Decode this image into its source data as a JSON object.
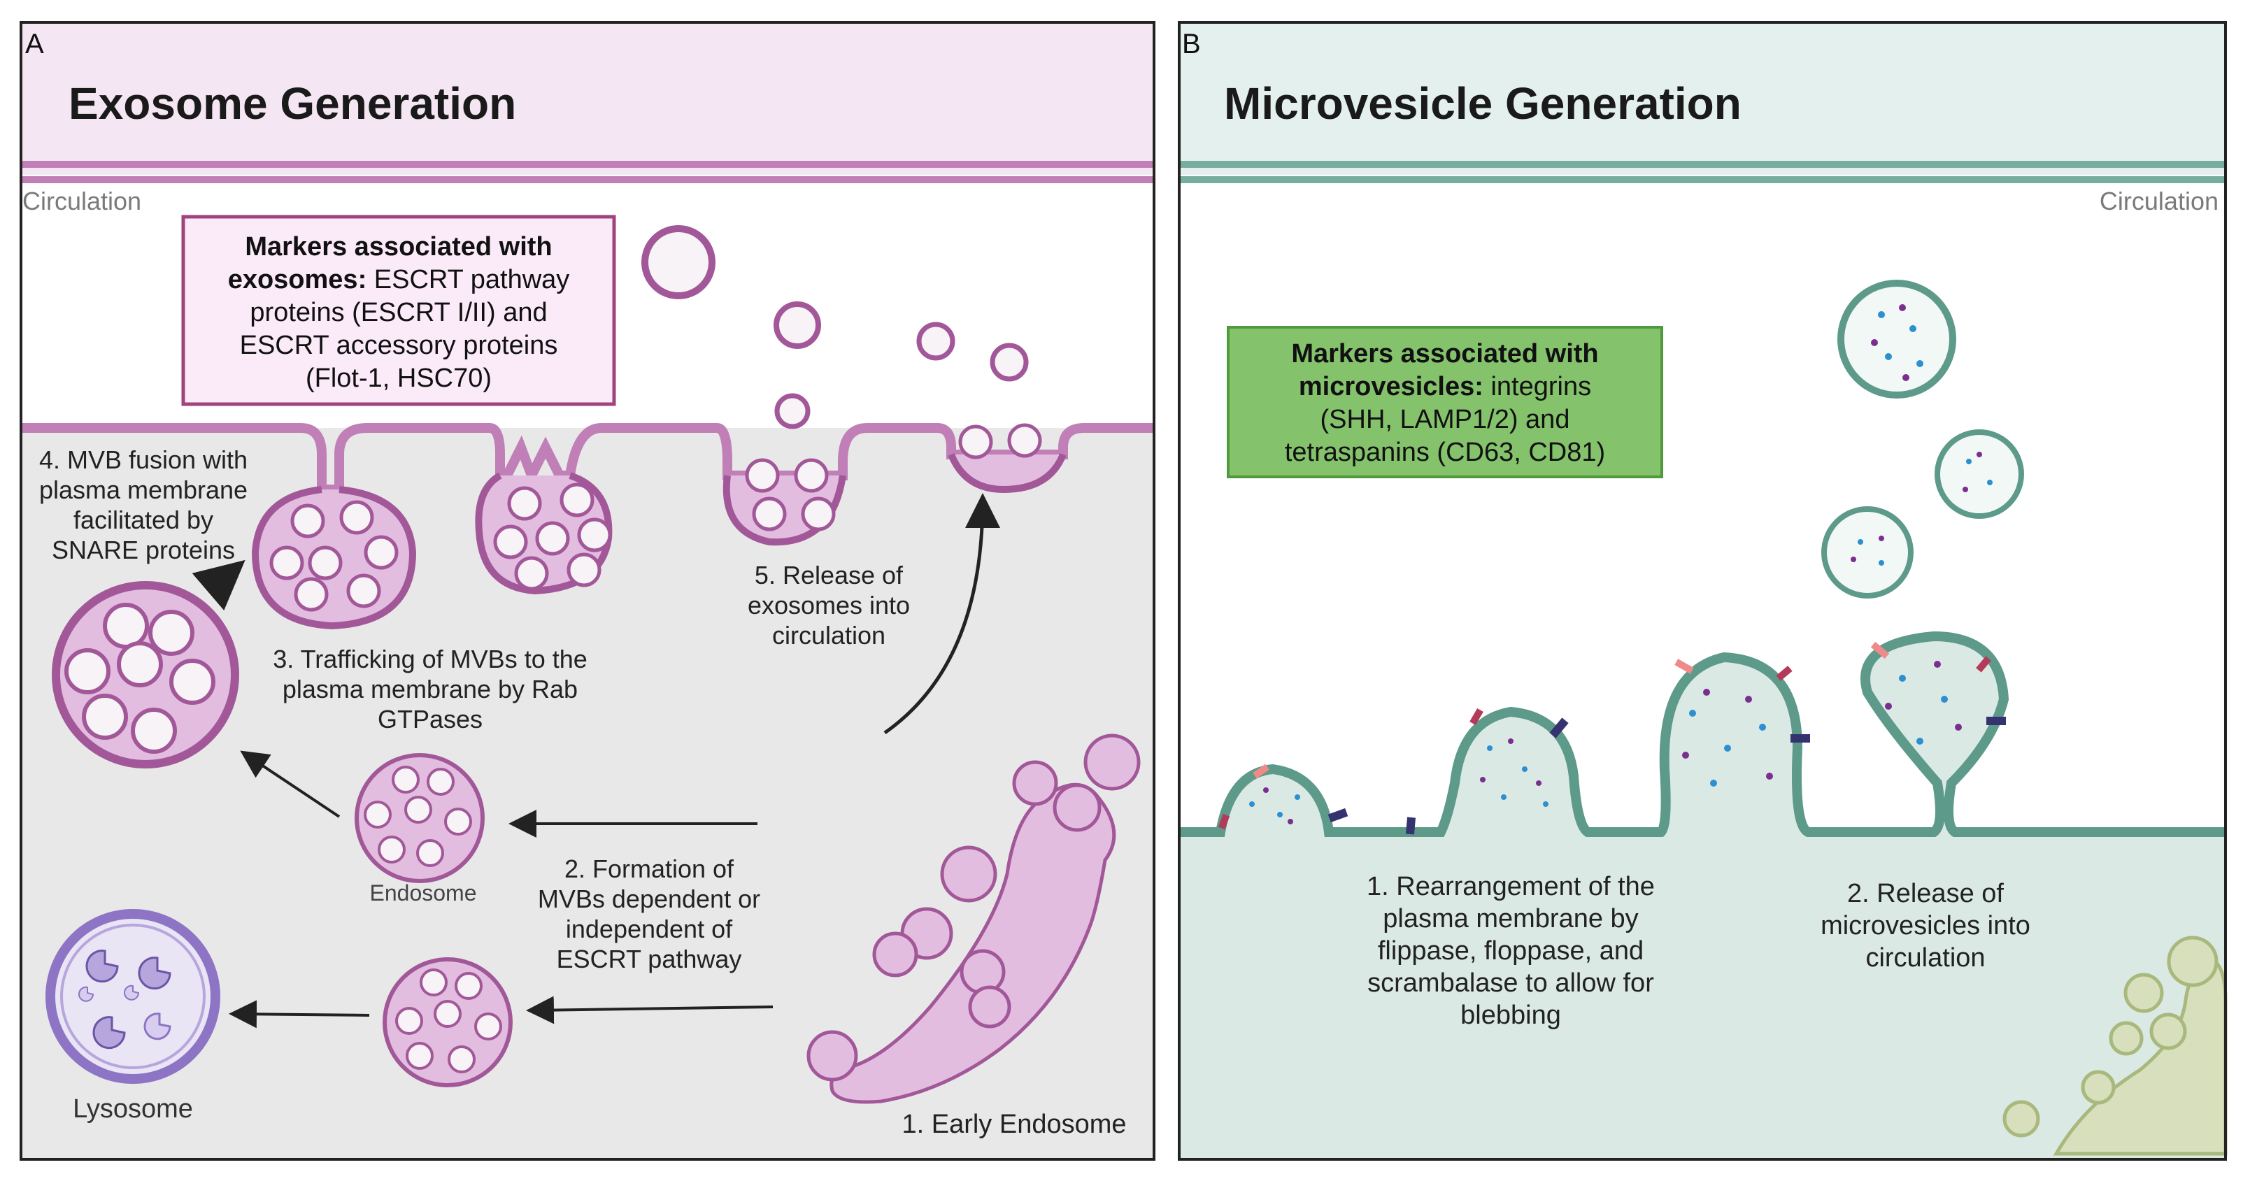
{
  "panel_a": {
    "letter": "A",
    "title": "Exosome Generation",
    "circulation_label": "Circulation",
    "markers_box": {
      "lines": [
        {
          "bold": "Markers associated with",
          "rest": ""
        },
        {
          "bold": "exosomes:",
          "rest": " ESCRT pathway"
        },
        {
          "bold": "",
          "rest": "proteins (ESCRT I/II) and"
        },
        {
          "bold": "",
          "rest": "ESCRT accessory proteins"
        },
        {
          "bold": "",
          "rest": "(Flot-1, HSC70)"
        }
      ]
    },
    "step4": [
      "4. MVB fusion with",
      "plasma membrane",
      "facilitated by",
      "SNARE proteins"
    ],
    "step3": [
      "3. Trafficking of MVBs to the",
      "plasma membrane by Rab",
      "GTPases"
    ],
    "step5": [
      "5. Release of",
      "exosomes into",
      "circulation"
    ],
    "step2": [
      "2. Formation of",
      "MVBs dependent or",
      "independent of",
      "ESCRT pathway"
    ],
    "step1": "1. Early Endosome",
    "endosome_label": "Endosome",
    "lysosome_label": "Lysosome"
  },
  "panel_b": {
    "letter": "B",
    "title": "Microvesicle Generation",
    "circulation_label": "Circulation",
    "markers_box": {
      "lines": [
        {
          "bold": "Markers associated with",
          "rest": ""
        },
        {
          "bold": "microvesicles:",
          "rest": " integrins"
        },
        {
          "bold": "",
          "rest": "(SHH, LAMP1/2) and"
        },
        {
          "bold": "",
          "rest": "tetraspanins (CD63, CD81)"
        }
      ]
    },
    "step1": [
      "1. Rearrangement of the",
      "plasma membrane by",
      "flippase, floppase, and",
      "scrambalase to allow for",
      "blebbing"
    ],
    "step2": [
      "2. Release of",
      "microvesicles into",
      "circulation"
    ]
  },
  "colors": {
    "exosome_header_bg": "#f5e6f3",
    "exosome_accent": "#c07fb6",
    "exosome_cytoplasm": "#e8e8e9",
    "exosome_vesicle_fill": "#e2bde0",
    "exosome_vesicle_stroke": "#a25898",
    "microvesicle_header_bg": "#e3f0ee",
    "microvesicle_accent": "#76ad9f",
    "microvesicle_cytoplasm": "#dbe9e5",
    "microvesicle_stroke": "#5d9a8a",
    "exosome_marker_box_bg": "#fbeaf8",
    "exosome_marker_box_border": "#a0447e",
    "microvesicle_marker_box_bg": "#84c26c",
    "microvesicle_marker_box_border": "#4f9a3c"
  }
}
